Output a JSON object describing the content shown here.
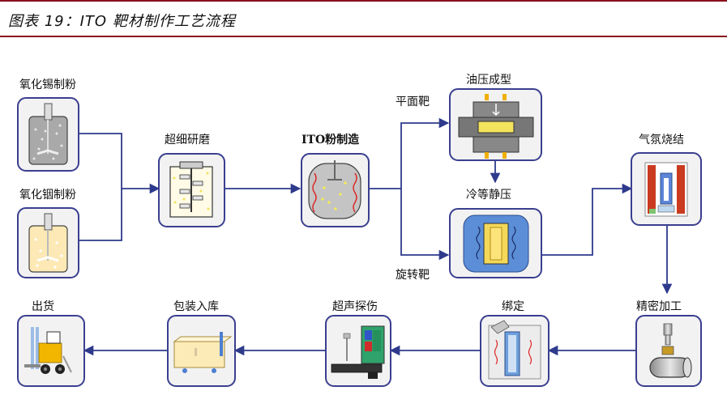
{
  "header": {
    "title": "图表 19：ITO 靶材制作工艺流程"
  },
  "steps": {
    "tin_oxide": "氧化锡制粉",
    "indium_oxide": "氧化铟制粉",
    "grinding": "超细研磨",
    "ito_powder": "ITO粉制造",
    "planar_target": "平面靶",
    "rotary_target": "旋转靶",
    "oil_press": "油压成型",
    "cold_isostatic": "冷等静压",
    "sintering": "气氛烧结",
    "machining": "精密加工",
    "bonding": "绑定",
    "ultrasonic": "超声探伤",
    "packing": "包装入库",
    "shipping": "出货"
  },
  "colors": {
    "accent": "#8b0e1c",
    "flow": "#2e3a8c",
    "box_border": "#3a3f8f",
    "box_fill": "#f2f2f2"
  }
}
